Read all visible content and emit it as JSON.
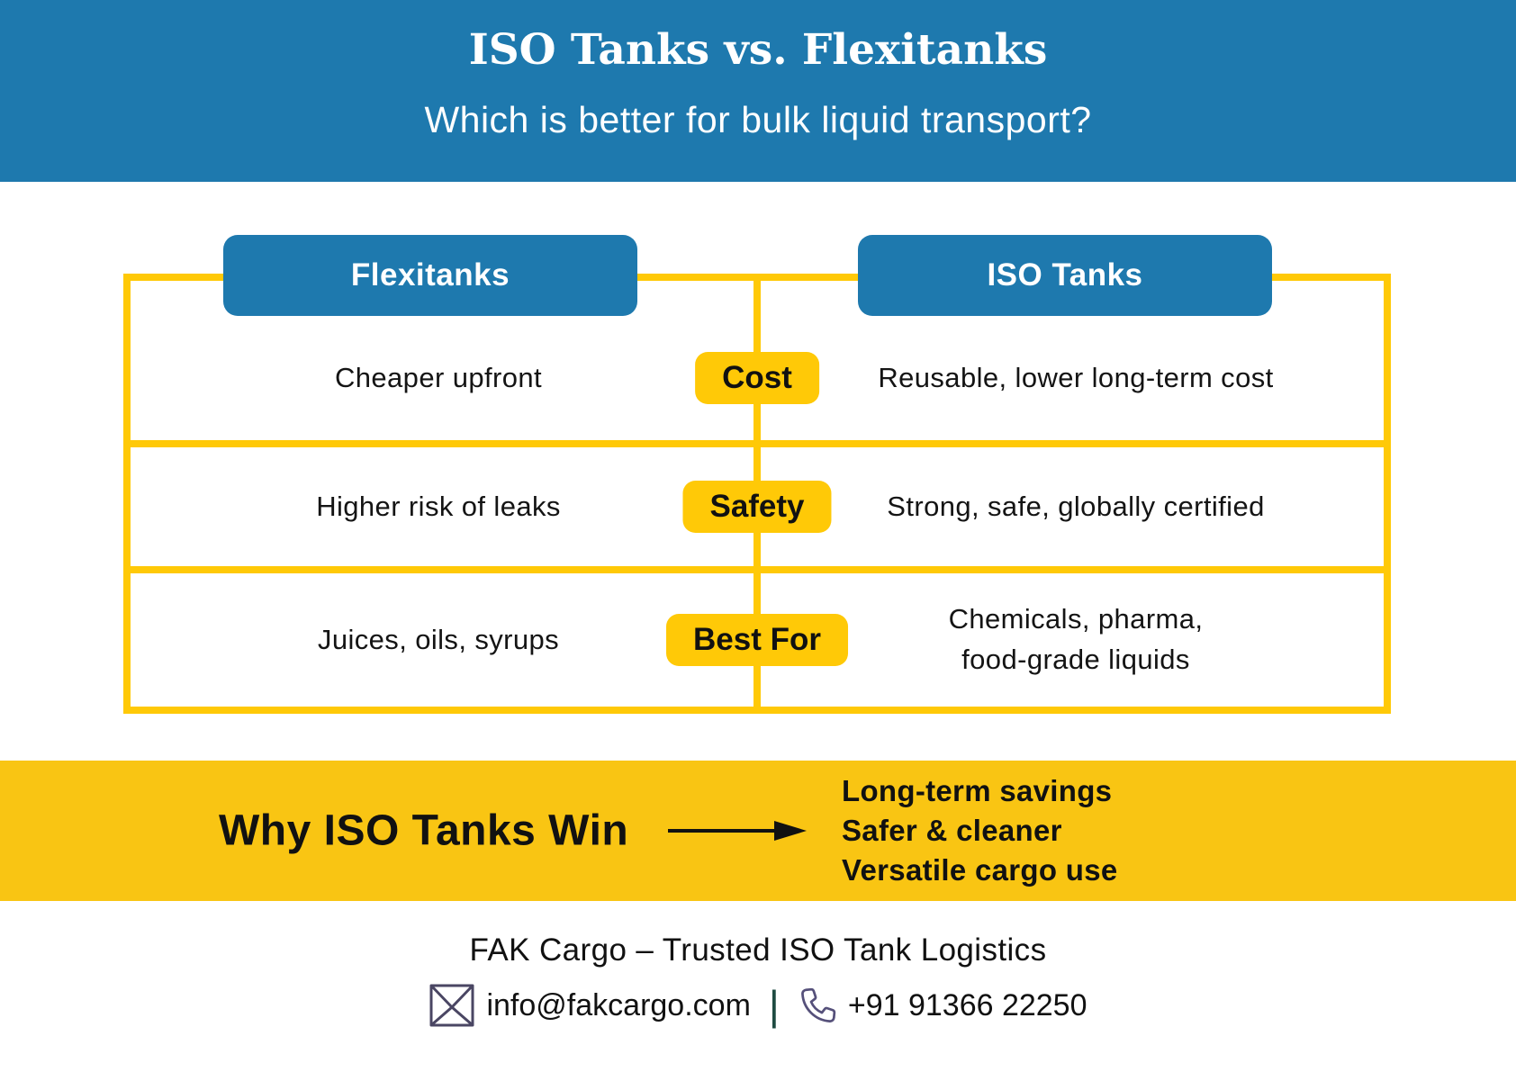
{
  "header": {
    "title": "ISO Tanks vs. Flexitanks",
    "subtitle": "Which is better for bulk liquid transport?"
  },
  "table": {
    "columns": [
      {
        "label": "Flexitanks"
      },
      {
        "label": "ISO Tanks"
      }
    ],
    "rows": [
      {
        "category": "Cost",
        "flexitanks": "Cheaper upfront",
        "iso_tanks": "Reusable, lower long-term cost"
      },
      {
        "category": "Safety",
        "flexitanks": "Higher risk of leaks",
        "iso_tanks": "Strong, safe, globally certified"
      },
      {
        "category": "Best For",
        "flexitanks": "Juices, oils, syrups",
        "iso_tanks": "Chemicals, pharma,\nfood-grade liquids"
      }
    ]
  },
  "banner": {
    "heading": "Why ISO Tanks Win",
    "points": [
      "Long-term savings",
      "Safer & cleaner",
      "Versatile cargo use"
    ]
  },
  "footer": {
    "tagline": "FAK Cargo – Trusted ISO Tank Logistics",
    "email": "info@fakcargo.com",
    "separator": "|",
    "phone": "+91 91366 22250"
  },
  "icons": {
    "email": "envelope-icon",
    "phone": "phone-icon",
    "arrow": "right-arrow-icon"
  },
  "colors": {
    "header_blue": "#1E79AE",
    "table_yellow": "#FFC907",
    "banner_yellow": "#F9C513",
    "text_black": "#111111",
    "white": "#FFFFFF",
    "envelope_icon": "#4A4663",
    "phone_icon": "#55507A",
    "separator_green": "#1E4B41"
  }
}
